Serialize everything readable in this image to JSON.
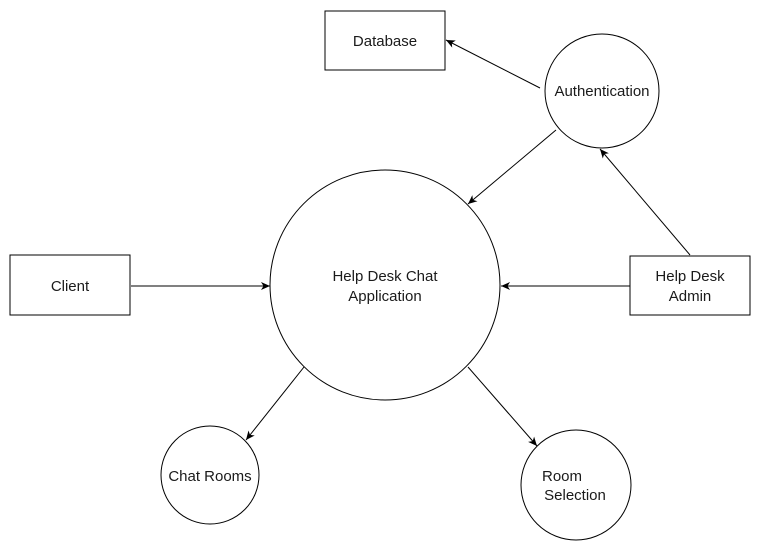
{
  "diagram": {
    "nodes": {
      "database": {
        "lines": [
          "Database"
        ]
      },
      "authentication": {
        "lines": [
          "Authentication"
        ]
      },
      "app": {
        "lines": [
          "Help Desk Chat",
          "Application"
        ]
      },
      "client": {
        "lines": [
          "Client"
        ]
      },
      "admin": {
        "lines": [
          "Help Desk",
          "Admin"
        ]
      },
      "chat_rooms": {
        "lines": [
          "Chat Rooms"
        ]
      },
      "room_selection": {
        "lines": [
          "Room",
          "Selection"
        ]
      }
    },
    "edges": [
      {
        "from": "authentication",
        "to": "database"
      },
      {
        "from": "authentication",
        "to": "app"
      },
      {
        "from": "admin",
        "to": "authentication"
      },
      {
        "from": "admin",
        "to": "app"
      },
      {
        "from": "client",
        "to": "app"
      },
      {
        "from": "app",
        "to": "chat_rooms"
      },
      {
        "from": "app",
        "to": "room_selection"
      }
    ],
    "colors": {
      "stroke": "#000000",
      "fill": "#ffffff",
      "text": "#1a1a1a"
    }
  }
}
